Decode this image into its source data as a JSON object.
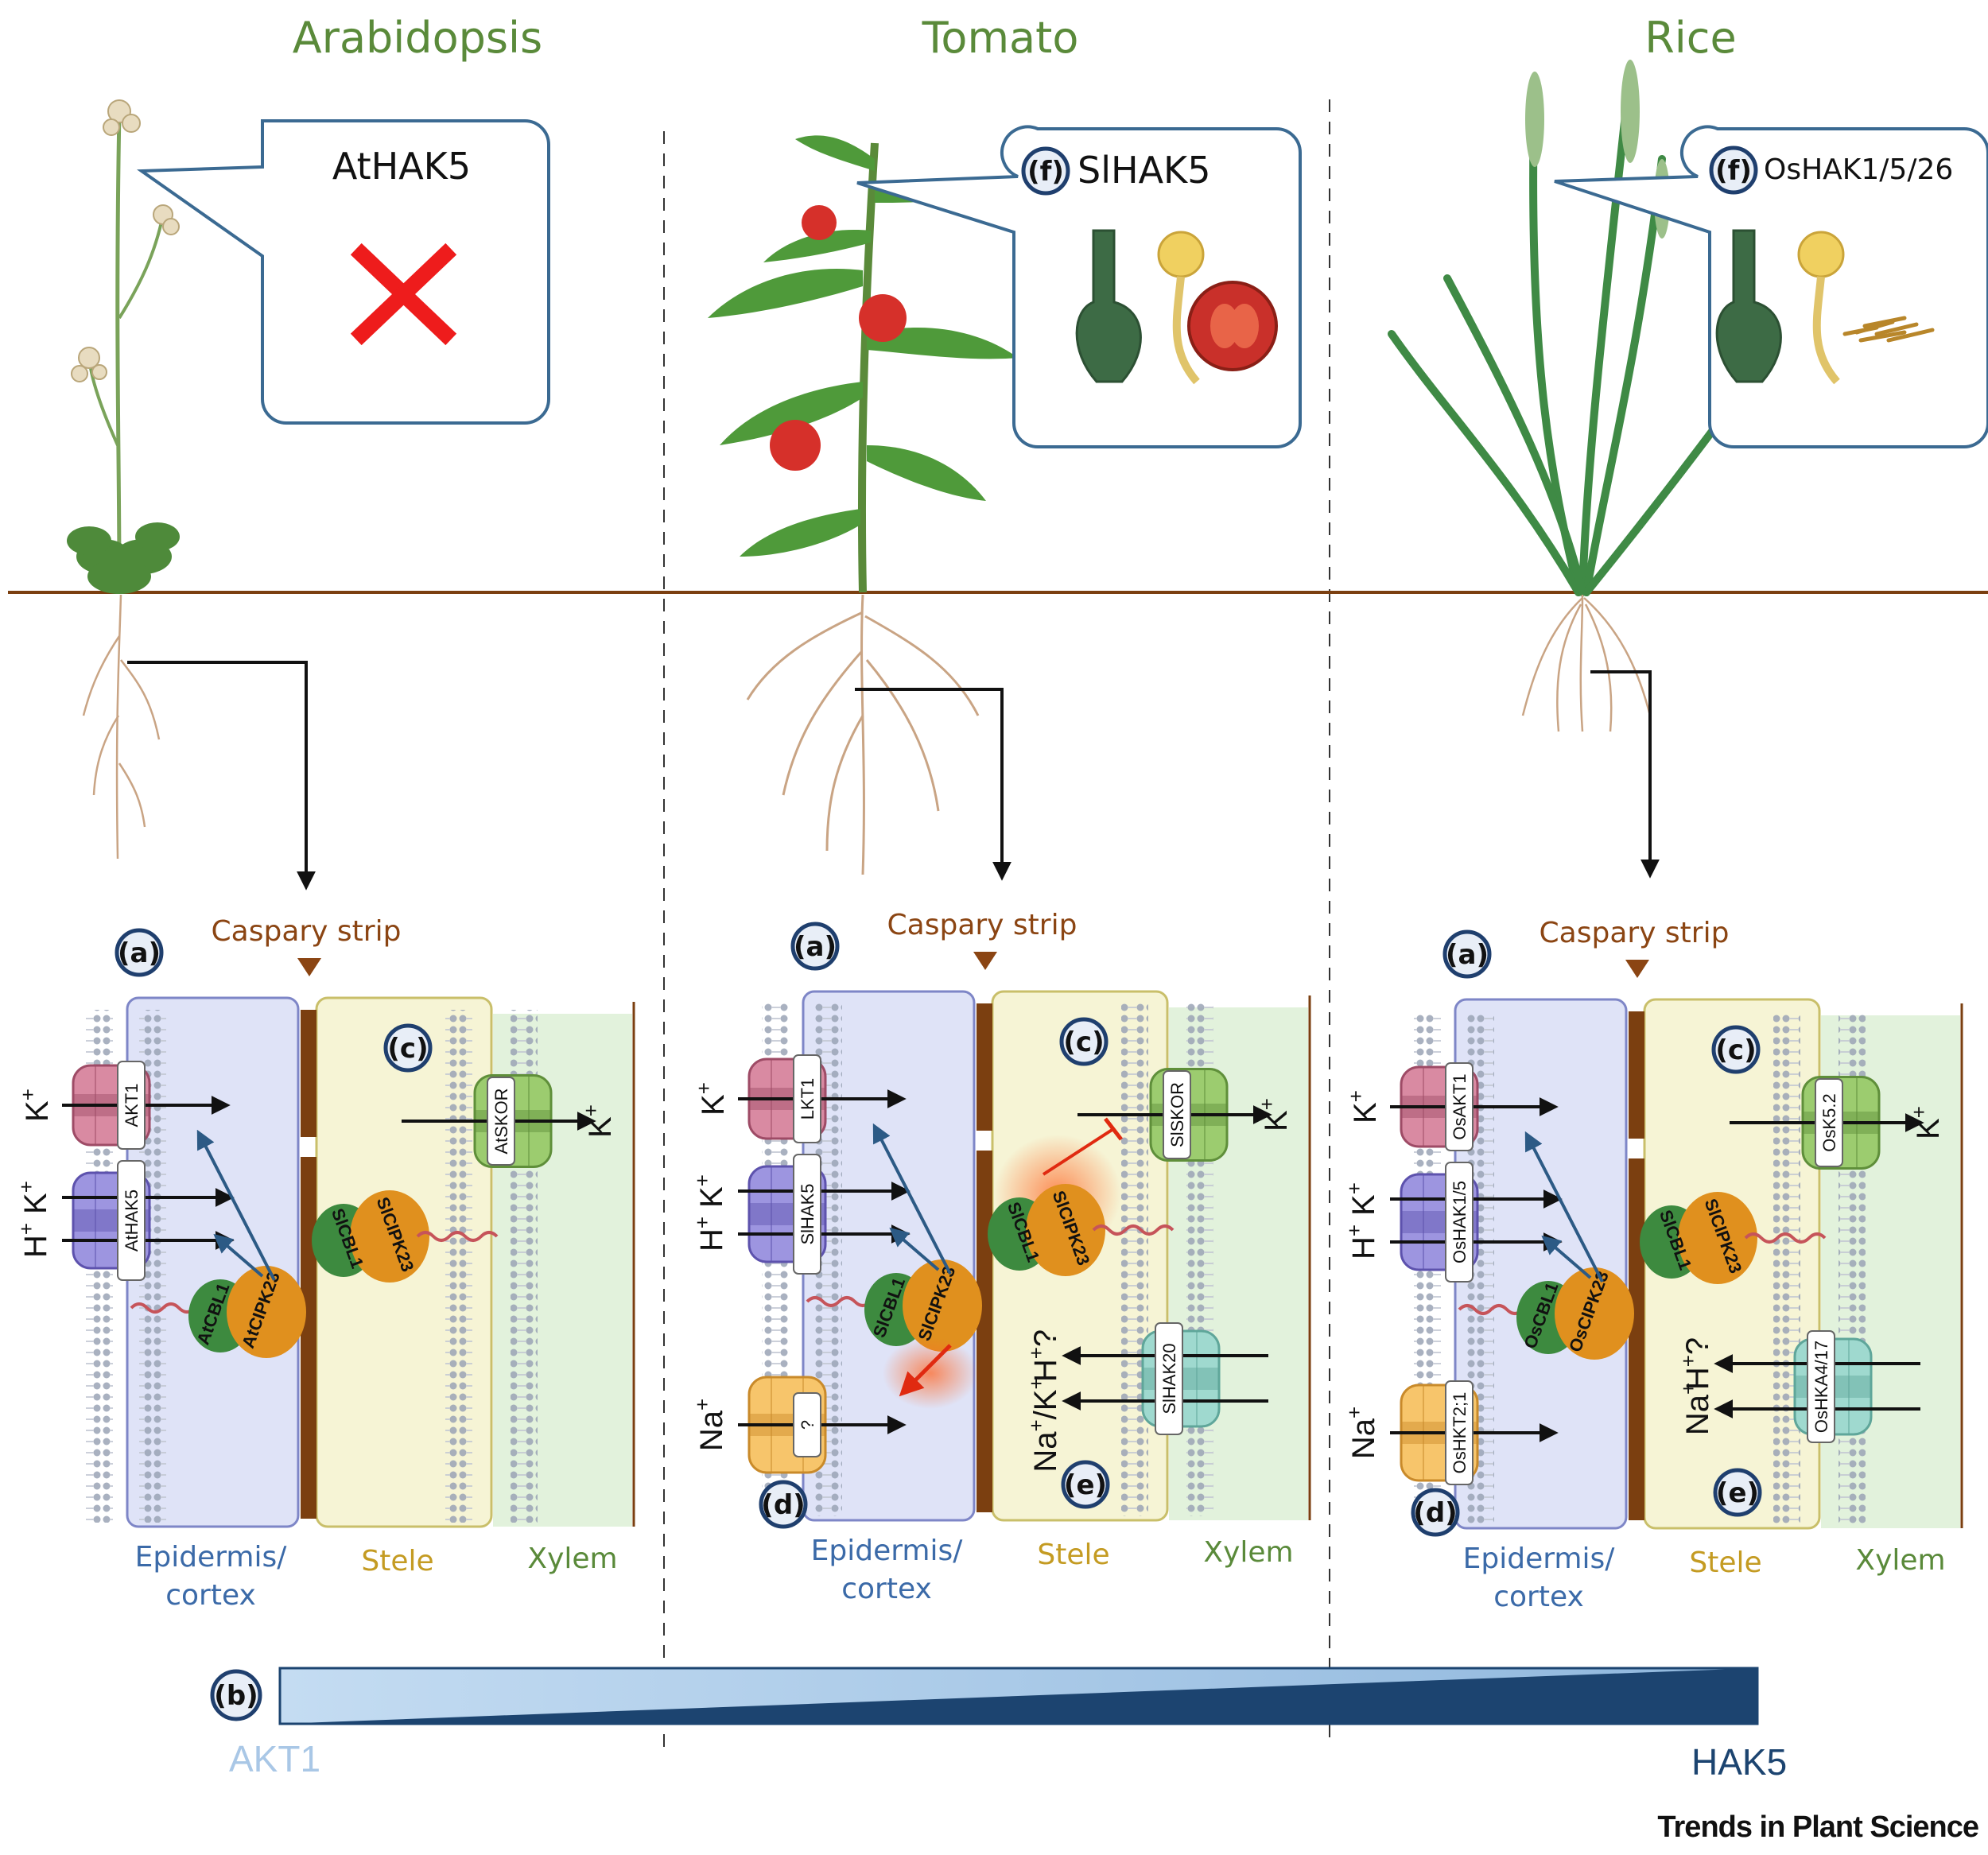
{
  "species": {
    "arabidopsis": "Arabidopsis",
    "tomato": "Tomato",
    "rice": "Rice"
  },
  "callouts": {
    "arabidopsis": "AtHAK5",
    "tomato": "SlHAK5",
    "rice": "OsHAK1/5/26",
    "badge": "(f)"
  },
  "badges": {
    "a": "(a)",
    "b": "(b)",
    "c": "(c)",
    "d": "(d)",
    "e": "(e)"
  },
  "labels": {
    "caspary": "Caspary strip",
    "epidermis_1": "Epidermis/",
    "epidermis_2": "cortex",
    "stele": "Stele",
    "xylem": "Xylem",
    "unknown": "?"
  },
  "ions": {
    "k": "K",
    "h": "H",
    "na": "Na",
    "plus": "+",
    "h_q": "H",
    "q": "?",
    "nak": "Na",
    "slash_k": "/K"
  },
  "proteins": {
    "arabidopsis": {
      "channel": "AKT1",
      "hak": "AtHAK5",
      "skor": "AtSKOR",
      "cbl": "AtCBL1",
      "cipk": "AtCIPK23",
      "stele_cbl": "SlCBL1",
      "stele_cipk": "SlCIPK23"
    },
    "tomato": {
      "channel": "LKT1",
      "hak": "SlHAK5",
      "skor": "SlSKOR",
      "cbl": "SlCBL1",
      "cipk": "SlCIPK23",
      "stele_cbl": "SlCBL1",
      "stele_cipk": "SlCIPK23",
      "hak_e": "SlHAK20"
    },
    "rice": {
      "channel": "OsAKT1",
      "hak": "OsHAK1/5",
      "skor": "OsK5.2",
      "cbl": "OsCBL1",
      "cipk": "OsCIPK23",
      "stele_cbl": "SlCBL1",
      "stele_cipk": "SlCIPK23",
      "hkt": "OsHKT2;1",
      "hak_e": "OsHKA4/17"
    }
  },
  "gradient": {
    "left": "AKT1",
    "right": "HAK5"
  },
  "journal": "Trends in Plant Science",
  "colors": {
    "species_green": "#5a8a3a",
    "soil_line": "#7b3f10",
    "epidermis_fill": "#dfe3f7",
    "stele_fill": "#f6f4d5",
    "xylem_fill": "#e2f2dc",
    "akt_pink": "#d98aa2",
    "hak_purple": "#9d95e0",
    "skor_green": "#9ccc6f",
    "hkt_orange": "#f7c56b",
    "hak_teal": "#9fd9cf",
    "badge_blue": "#1f3f6e",
    "grad_light": "#b7d4ee",
    "grad_dark": "#1c4470"
  }
}
